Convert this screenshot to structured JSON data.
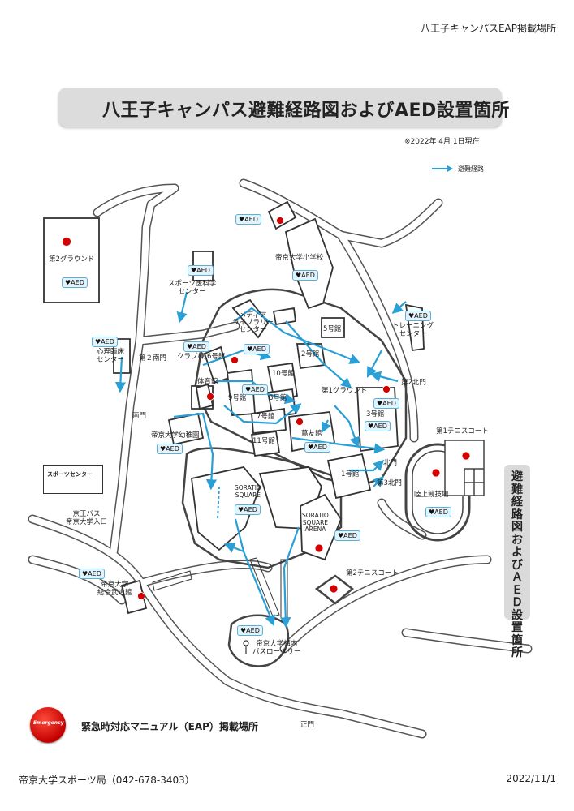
{
  "header": {
    "top_note": "八王子キャンパスEAP掲載場所",
    "title": "八王子キャンパス避難経路図およびAED設置箇所",
    "date_note": "※2022年 4月 1日現在"
  },
  "legend": {
    "route_label": "避難経路"
  },
  "aed_label": "♥AED",
  "colors": {
    "route": "#2a9fd6",
    "aed_border": "#5ab0d9",
    "aed_fill": "#e2f3fb",
    "marker": "#d40000",
    "band": "#dcdcdc"
  },
  "places": {
    "ground2": "第2グラウンド",
    "sports_medicine": "スポーツ医科学\nセンター",
    "primary_school": "帝京大学小学校",
    "media_library": "メディア\nライブラリー\nセンター",
    "bldg5": "5号館",
    "training": "トレーニング\nセンター",
    "psych_clinic": "心理臨床\nセンター",
    "gate_south2": "第２南門",
    "club": "クラブ棟",
    "bldg6": "6号館",
    "bldg2": "2号館",
    "gym": "体育館",
    "bldg9": "9号館",
    "bldg10": "10号館",
    "bldg8": "8号館",
    "ground1": "第1グラウンド",
    "gate_north2": "第2北門",
    "bldg3": "3号館",
    "gate_south": "南門",
    "bldg7": "7号館",
    "sogokan": "蔦友館",
    "bldg11": "11号館",
    "kindergarten": "帝京大学幼稚園",
    "tennis1": "第1テニスコート",
    "bldg1": "1号館",
    "gate_north": "北門",
    "gate_north3": "第3北門",
    "track": "陸上競技場",
    "soratio_square": "SORATIO\nSQUARE",
    "soratio_arena": "SORATIO\nSQUARE\nARENA",
    "bus_stop": "京王バス\n帝京大学入口",
    "budokan": "帝京大学\n総合武道館",
    "tennis2": "第2テニスコート",
    "bus_rotary": "帝京大学構内\nバスロータリー",
    "main_gate": "正門",
    "sports_center": "スポーツセンター"
  },
  "side_tab": "避難経路図およびＡＥＤ設置箇所",
  "eap": {
    "logo_text": "Emergency",
    "label": "緊急時対応マニュアル（EAP）掲載場所"
  },
  "footer": {
    "left": "帝京大学スポーツ局（042-678-3403）",
    "right": "2022/11/1"
  }
}
